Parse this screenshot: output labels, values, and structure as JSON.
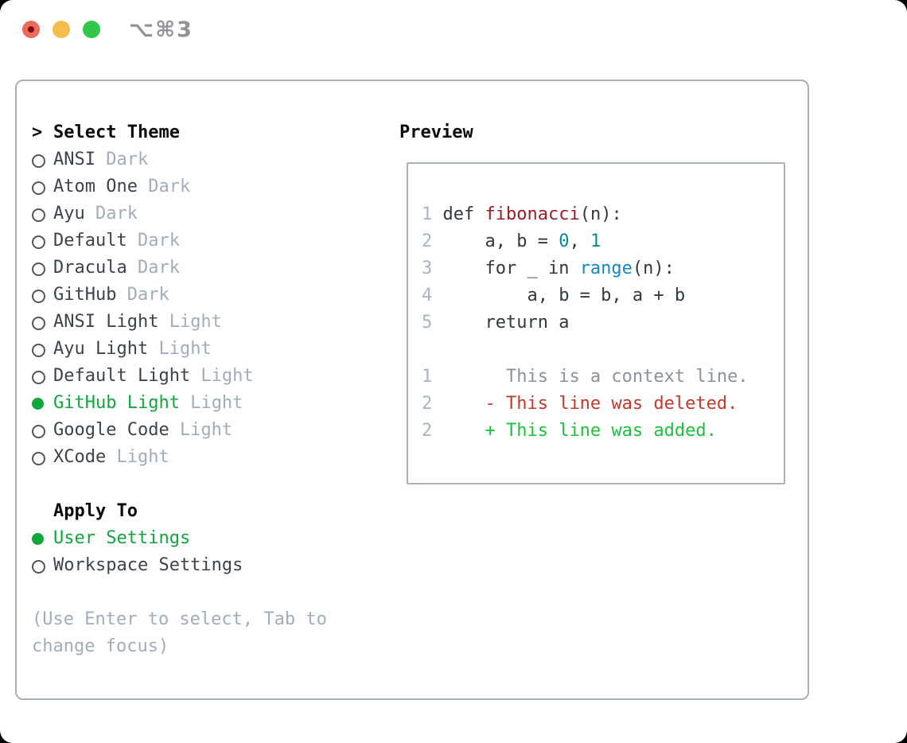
{
  "titlebar": {
    "shortcut": "⌥⌘3"
  },
  "colors": {
    "selected_green": "#12a63f",
    "item_text": "#3d434c",
    "muted": "#a2adbc",
    "radio_outline": "#51575f",
    "code": "#32383f",
    "func": "#9e1c23",
    "num": "#008c99",
    "builtin": "#1288c7",
    "line_number": "#a9b4c4",
    "context": "#8b929b",
    "deleted": "#c23a2c",
    "added": "#1cc13d",
    "panel_border": "#a9b0ba",
    "traffic_red": "#ee6a5e",
    "traffic_yellow": "#f5bd4b",
    "traffic_green": "#30c74a"
  },
  "theme_picker": {
    "prefix": ">",
    "header": "Select Theme",
    "items": [
      {
        "name": "ANSI",
        "variant": "Dark",
        "selected": false
      },
      {
        "name": "Atom One",
        "variant": "Dark",
        "selected": false
      },
      {
        "name": "Ayu",
        "variant": "Dark",
        "selected": false
      },
      {
        "name": "Default",
        "variant": "Dark",
        "selected": false
      },
      {
        "name": "Dracula",
        "variant": "Dark",
        "selected": false
      },
      {
        "name": "GitHub",
        "variant": "Dark",
        "selected": false
      },
      {
        "name": "ANSI Light",
        "variant": "Light",
        "selected": false
      },
      {
        "name": "Ayu Light",
        "variant": "Light",
        "selected": false
      },
      {
        "name": "Default Light",
        "variant": "Light",
        "selected": false
      },
      {
        "name": "GitHub Light",
        "variant": "Light",
        "selected": true
      },
      {
        "name": "Google Code",
        "variant": "Light",
        "selected": false
      },
      {
        "name": "XCode",
        "variant": "Light",
        "selected": false
      }
    ]
  },
  "apply_to": {
    "header": "Apply To",
    "items": [
      {
        "name": "User Settings",
        "selected": true
      },
      {
        "name": "Workspace Settings",
        "selected": false
      }
    ]
  },
  "hint": {
    "line1": "(Use Enter to select, Tab to",
    "line2": "change focus)"
  },
  "preview": {
    "header": "Preview",
    "code_lines": [
      {
        "ln": "1",
        "tokens": [
          {
            "t": "def ",
            "c": "code"
          },
          {
            "t": "fibonacci",
            "c": "func"
          },
          {
            "t": "(n):",
            "c": "code"
          }
        ]
      },
      {
        "ln": "2",
        "tokens": [
          {
            "t": "    a, b = ",
            "c": "code"
          },
          {
            "t": "0",
            "c": "num"
          },
          {
            "t": ", ",
            "c": "code"
          },
          {
            "t": "1",
            "c": "num"
          }
        ]
      },
      {
        "ln": "3",
        "tokens": [
          {
            "t": "    for _ in ",
            "c": "code"
          },
          {
            "t": "range",
            "c": "builtin"
          },
          {
            "t": "(n):",
            "c": "code"
          }
        ]
      },
      {
        "ln": "4",
        "tokens": [
          {
            "t": "        a, b = b, a + b",
            "c": "code"
          }
        ]
      },
      {
        "ln": "5",
        "tokens": [
          {
            "t": "    return a",
            "c": "code"
          }
        ]
      }
    ],
    "diff_lines": [
      {
        "ln": "1",
        "text": "      This is a context line.",
        "type": "context"
      },
      {
        "ln": "2",
        "text": "    - This line was deleted.",
        "type": "deleted"
      },
      {
        "ln": "2",
        "text": "    + This line was added.",
        "type": "added"
      }
    ]
  }
}
